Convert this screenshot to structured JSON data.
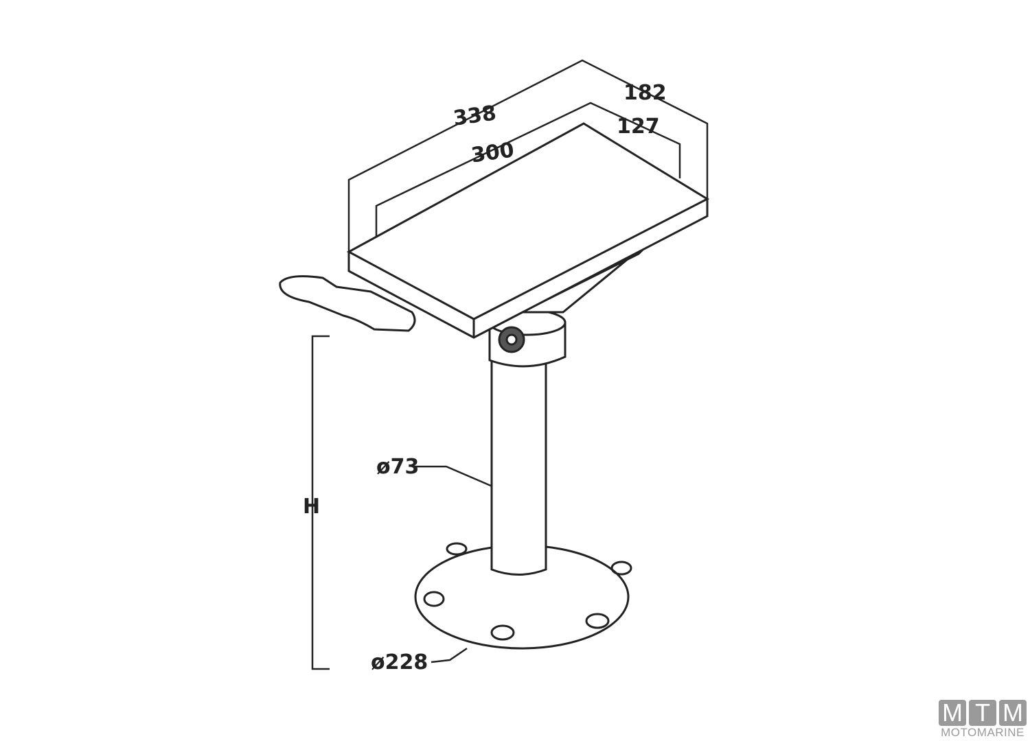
{
  "diagram": {
    "dimensions": {
      "outer_length": "338",
      "outer_width": "182",
      "inner_length": "300",
      "inner_width": "127",
      "column_diameter": "ø73",
      "base_diameter": "ø228",
      "height": "H"
    },
    "stroke_color": "#222222"
  },
  "logo": {
    "letters": [
      "M",
      "T",
      "M"
    ],
    "name": "MOTOMARINE",
    "color": "#9a9a9a"
  }
}
